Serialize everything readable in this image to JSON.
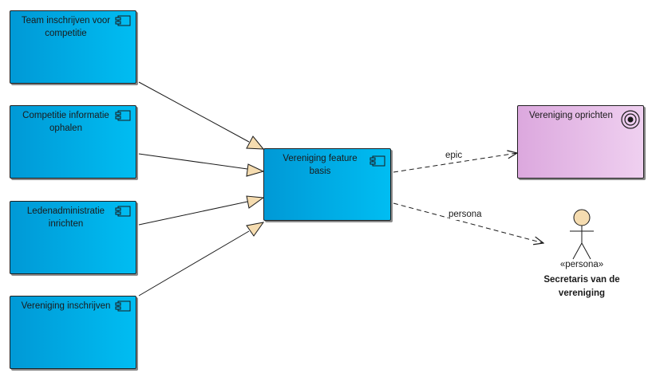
{
  "components": [
    {
      "id": "c1",
      "label": "Team inschrijven voor competitie"
    },
    {
      "id": "c2",
      "label": "Competitie informatie ophalen"
    },
    {
      "id": "c3",
      "label": "Ledenadministratie inrichten"
    },
    {
      "id": "c4",
      "label": "Vereniging inschrijven"
    }
  ],
  "center": {
    "label": "Vereniging feature basis"
  },
  "goal": {
    "label": "Vereniging oprichten"
  },
  "edges": {
    "epic": "epic",
    "persona": "persona"
  },
  "actor": {
    "stereotype": "«persona»",
    "name": "Secretaris van de vereniging"
  },
  "icons": {
    "component": "component-icon",
    "goal": "target-icon",
    "actor": "stick-figure-icon"
  },
  "colors": {
    "component_left": "#0099d6",
    "component_right": "#00bdf2",
    "goal_left": "#dca8de",
    "goal_right": "#efd0f0",
    "arrowhead_fill": "#f5dcb0",
    "actor_head": "#f5dcb0"
  }
}
